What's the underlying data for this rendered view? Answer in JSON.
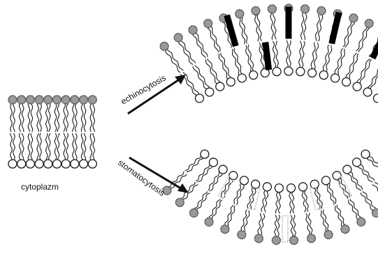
{
  "labels": {
    "cytoplasm": "cytoplazm",
    "echinocytosis": "echinocytosis",
    "stomatocytosis": "stomatocytosis"
  },
  "colors": {
    "ink": "#1a1a1a",
    "upper_head": "#9a9a9a",
    "lower_head": "#ffffff",
    "inserted_molecule": "#000000",
    "inserted_outline": "#bdbdbd"
  }
}
